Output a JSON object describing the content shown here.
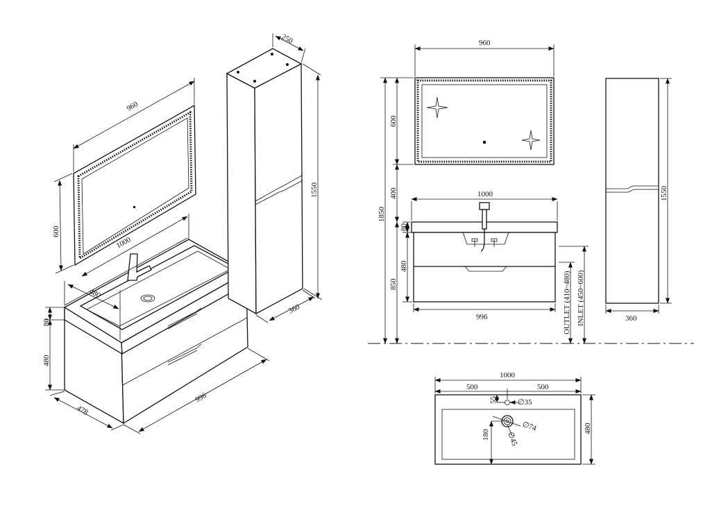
{
  "drawing": {
    "iso": {
      "mirror_width": "960",
      "mirror_height": "600",
      "basin_width": "1000",
      "basin_depth": "480",
      "top_thickness": "80",
      "drawer_height": "480",
      "cabinet_width": "996",
      "cabinet_depth": "478",
      "column_depth": "250",
      "column_height": "1550",
      "column_width": "360"
    },
    "front": {
      "mirror_width": "960",
      "mirror_height": "600",
      "gap": "400",
      "total_height": "1850",
      "basin_width": "1000",
      "top_thickness": "80",
      "drawer_height": "480",
      "floor_height": "850",
      "cabinet_width": "996",
      "outlet": "OUTLET (410~480)",
      "inlet": "INLET (450~600)"
    },
    "column": {
      "height": "1550",
      "width": "360"
    },
    "plan": {
      "width": "1000",
      "half_left": "500",
      "half_right": "500",
      "tap_offset": "55",
      "tap_hole": "∅35",
      "drain_dia": "∅74",
      "drain_inner": "∅45",
      "drain_offset": "180",
      "depth": "480"
    }
  }
}
